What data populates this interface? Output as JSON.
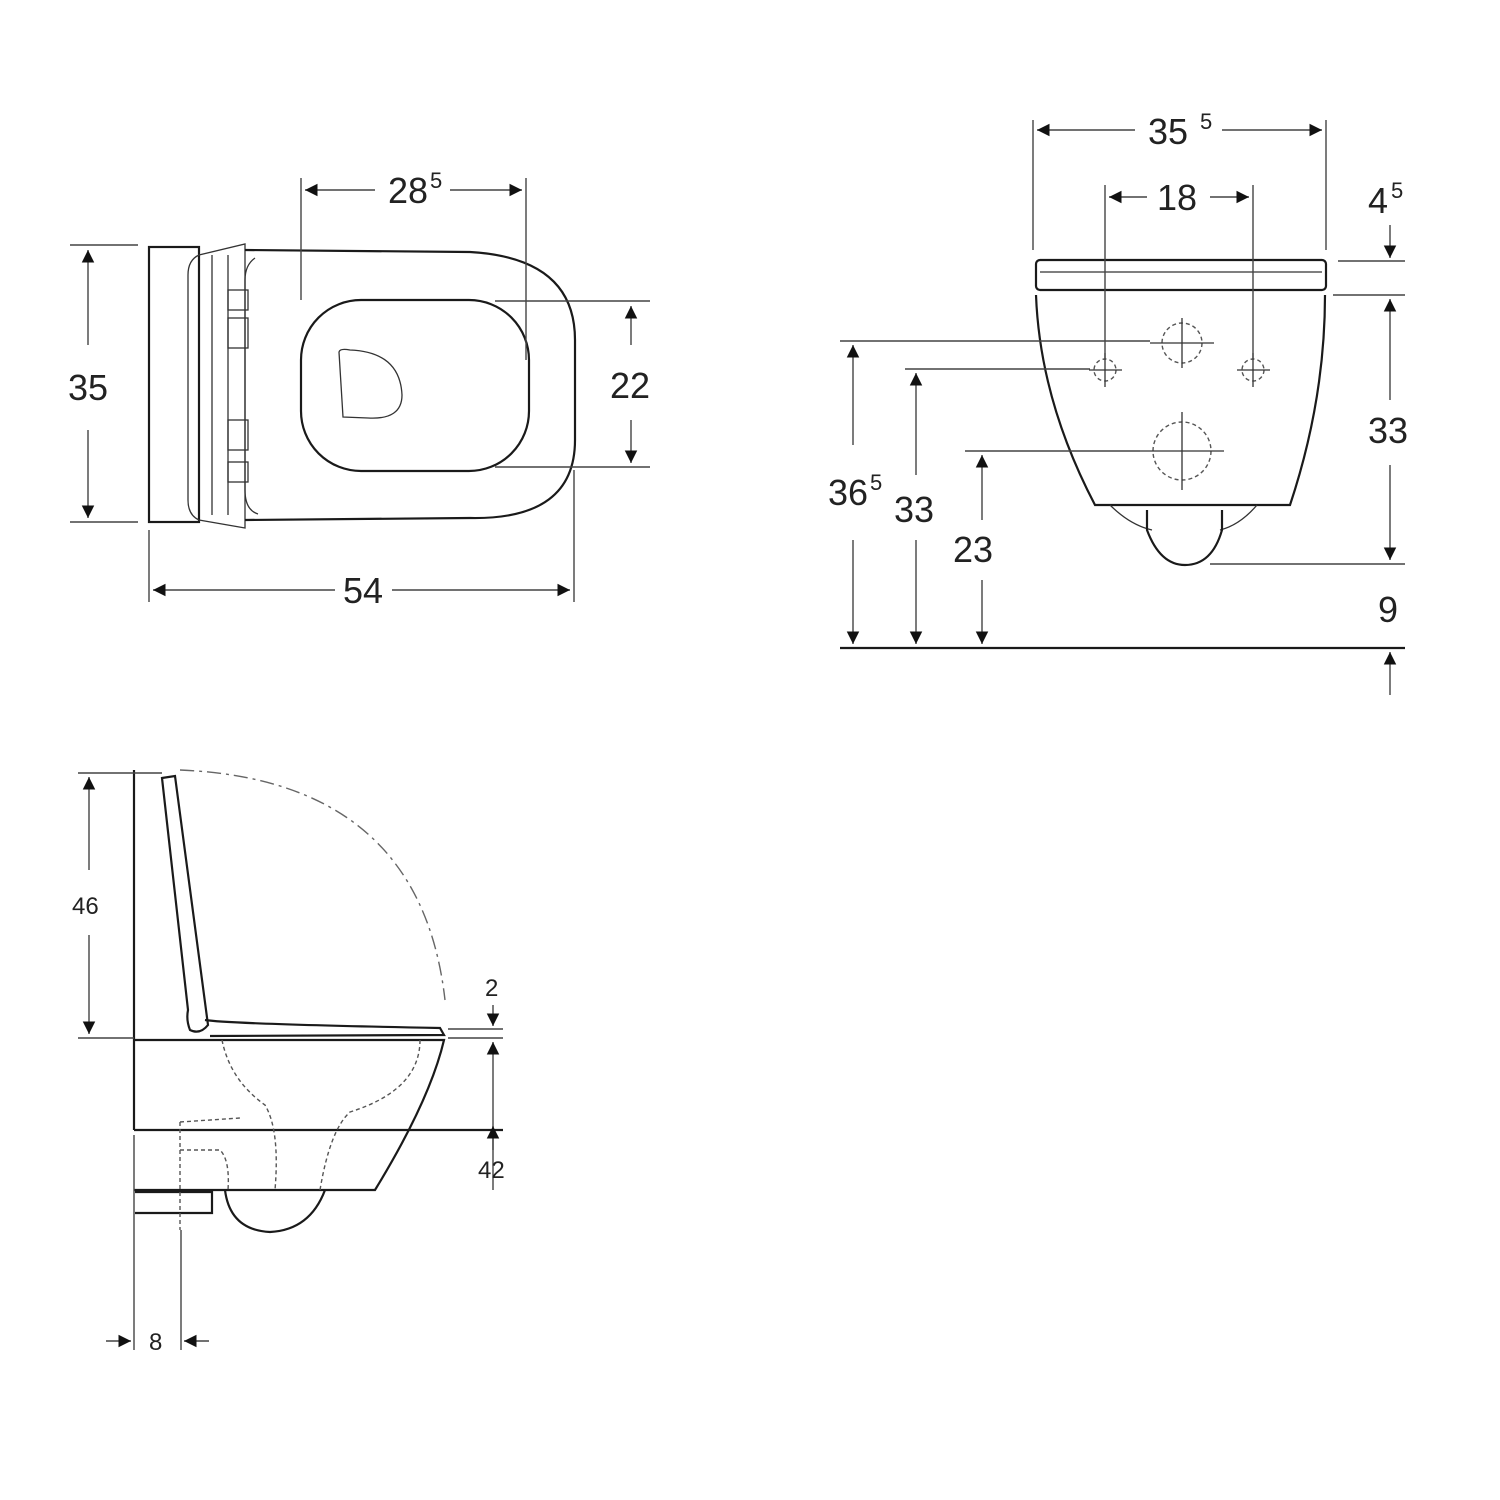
{
  "diagram": {
    "subject": "Wall-hung toilet technical dimension drawing",
    "units": "cm",
    "views": [
      {
        "name": "top-view",
        "dimensions": {
          "overall_length": "54",
          "overall_width": "35",
          "opening_width": "28",
          "opening_width_sup": "5",
          "opening_length": "22"
        }
      },
      {
        "name": "rear-view",
        "dimensions": {
          "seat_width": "35",
          "seat_width_sup": "5",
          "fixing_bolt_spacing": "18",
          "seat_thickness": "4",
          "seat_thickness_sup": "5",
          "bowl_height": "33",
          "drain_below_bowl": "9",
          "water_inlet_height": "36",
          "water_inlet_height_sup": "5",
          "fixing_bolt_height": "33",
          "outlet_height": "23"
        }
      },
      {
        "name": "side-view",
        "dimensions": {
          "lid_open_height": "46",
          "seat_thickness": "2",
          "rim_height": "42",
          "outlet_offset": "8"
        }
      }
    ]
  }
}
